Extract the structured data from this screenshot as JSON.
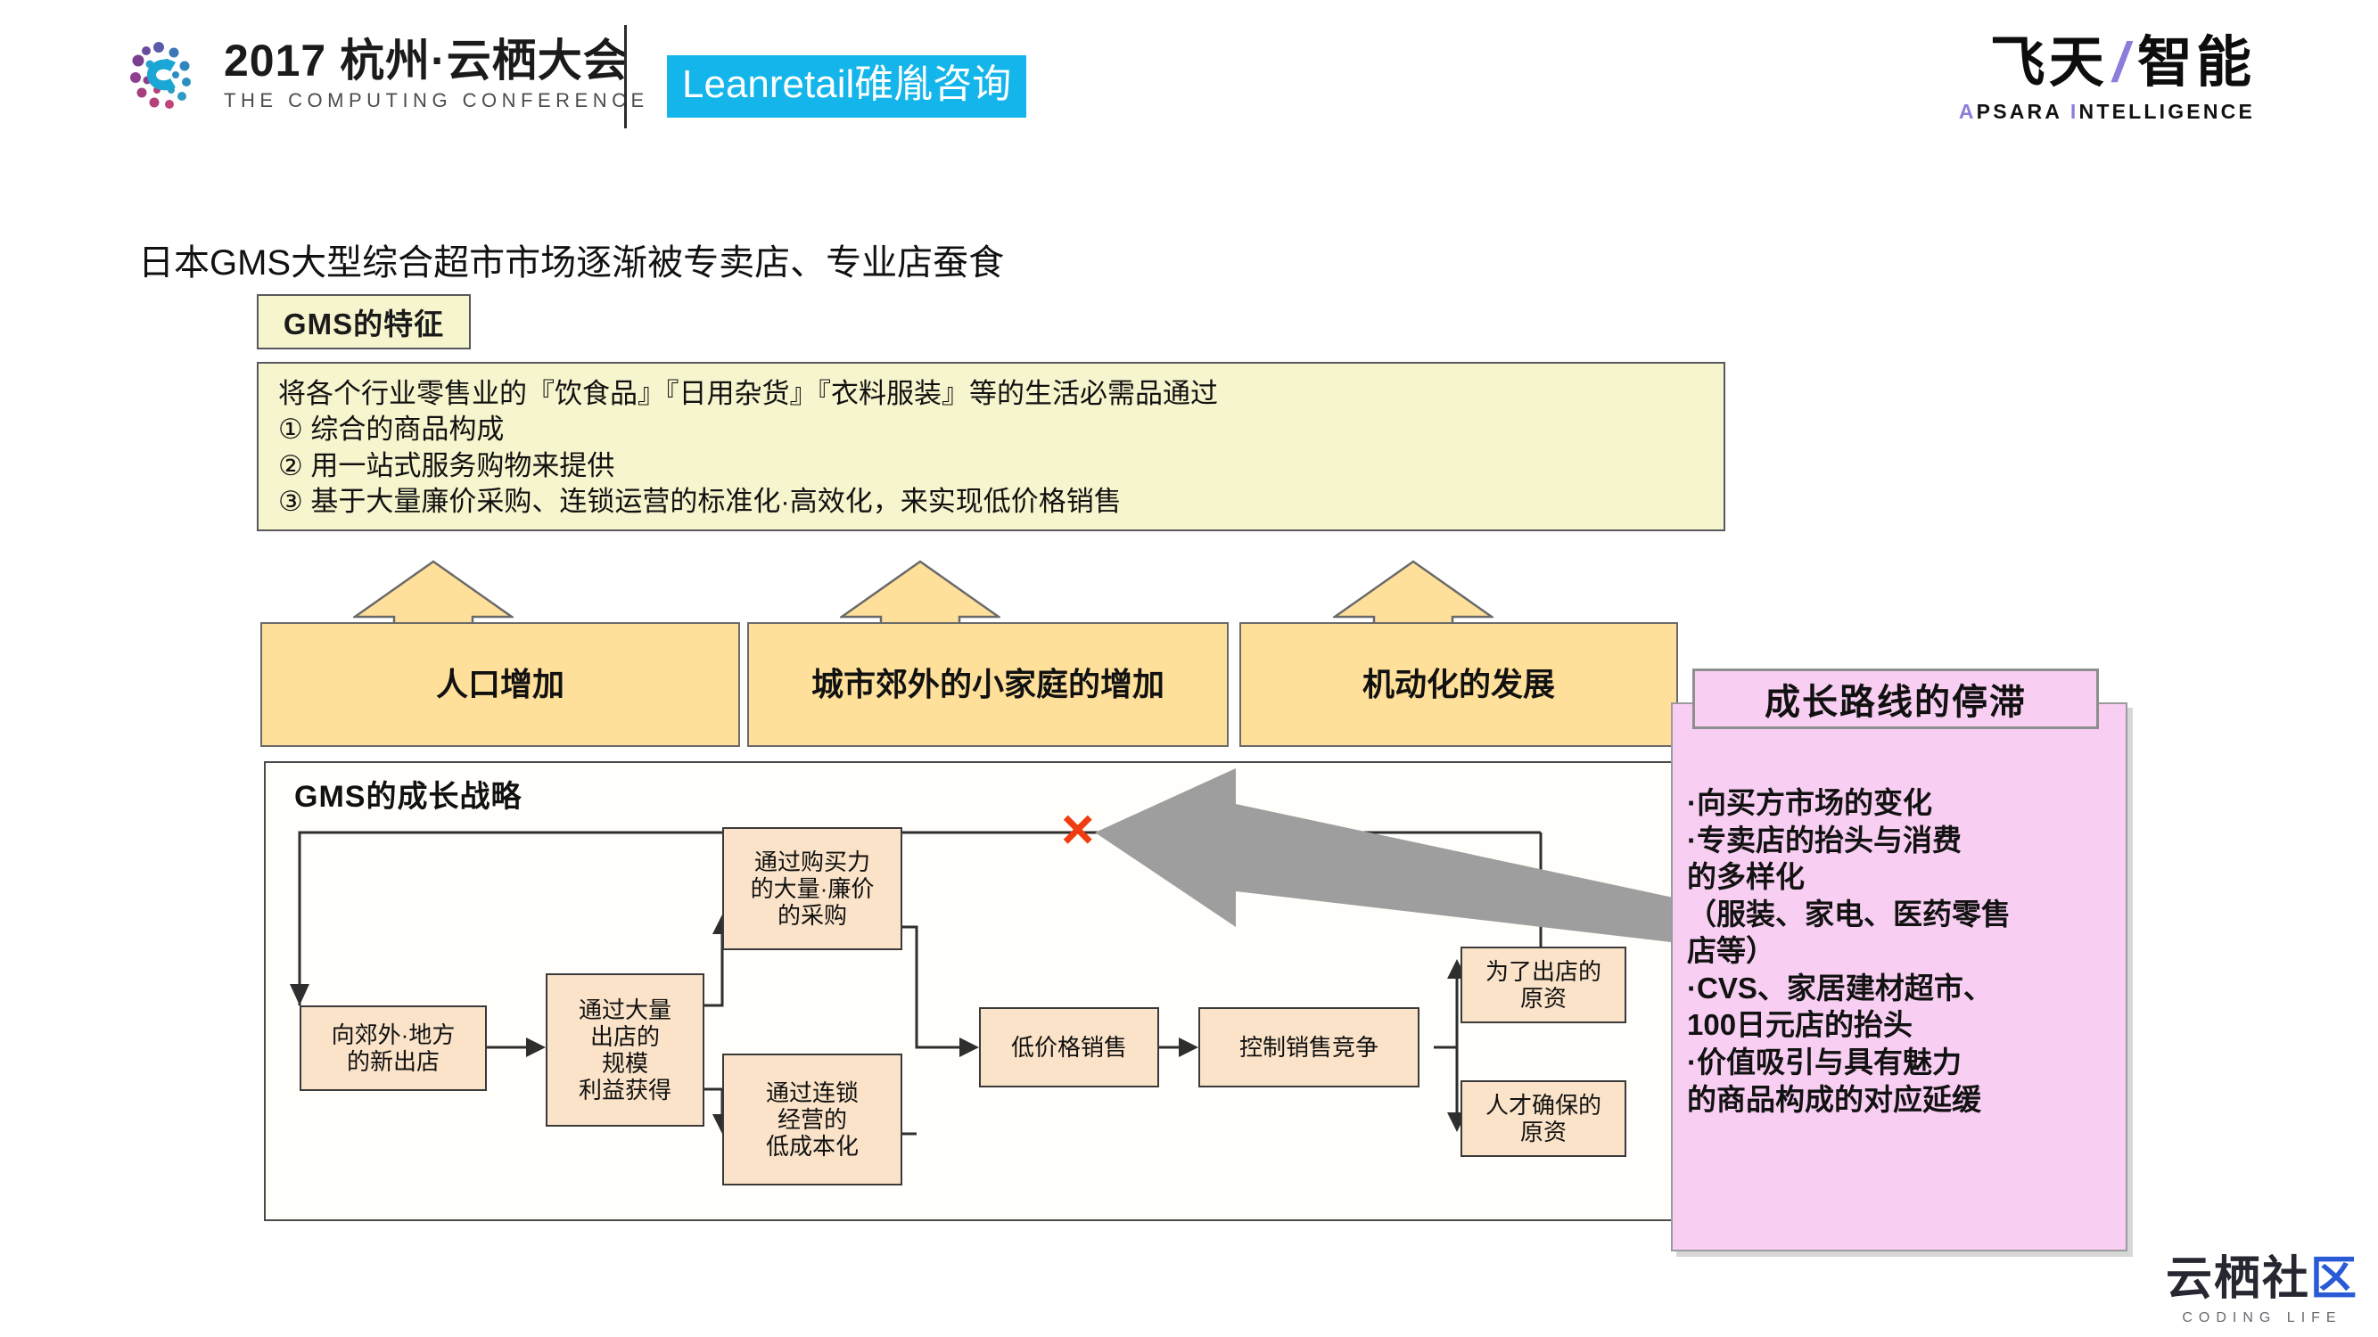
{
  "header": {
    "conference_year": "2017",
    "conference_name": "杭州·云栖大会",
    "conference_sub": "THE COMPUTING CONFERENCE",
    "badge": "Leanretail碓胤咨询",
    "badge_color": "#13b5ea",
    "apsara_cn_left": "飞天",
    "apsara_slash": "/",
    "apsara_cn_right": "智能",
    "apsara_en_a": "A",
    "apsara_en_psara": "PSARA",
    "apsara_en_i": "I",
    "apsara_en_ntelligence": "NTELLIGENCE"
  },
  "slide": {
    "title": "日本GMS大型综合超市市场逐渐被专卖店、专业店蚕食"
  },
  "gms_feature": {
    "tag": "GMS的特征",
    "lines": [
      "将各个行业零售业的『饮食品』『日用杂货』『衣料服装』等的生活必需品通过",
      "① 综合的商品构成",
      "② 用一站式服务购物来提供",
      "③ 基于大量廉价采购、连锁运营的标准化·高效化，来实现低价格销售"
    ]
  },
  "drivers": [
    {
      "label": "人口增加"
    },
    {
      "label": "城市郊外的小家庭的增加"
    },
    {
      "label": "机动化的发展"
    }
  ],
  "strategy": {
    "title": "GMS的成长战略",
    "nodes": [
      {
        "id": "n1",
        "label": "向郊外·地方\n的新出店"
      },
      {
        "id": "n2",
        "label": "通过大量\n出店的\n规模\n利益获得"
      },
      {
        "id": "n3",
        "label": "通过购买力\n的大量·廉价\n的采购"
      },
      {
        "id": "n4",
        "label": "通过连锁\n经营的\n低成本化"
      },
      {
        "id": "n5",
        "label": "低价格销售"
      },
      {
        "id": "n6",
        "label": "控制销售竞争"
      },
      {
        "id": "n7",
        "label": "为了出店的\n原资"
      },
      {
        "id": "n8",
        "label": "人才确保的\n原资"
      }
    ],
    "break_marker": "×",
    "break_marker_color": "#f03c10",
    "pointer_arrow_color": "#9e9e9e"
  },
  "stagnation": {
    "tag": "成长路线的停滞",
    "lines": [
      "·向买方市场的变化",
      "·专卖店的抬头与消费",
      "的多样化",
      "（服装、家电、医药零售",
      "店等）",
      "·CVS、家居建材超市、",
      "100日元店的抬头",
      "·价值吸引与具有魅力",
      "的商品构成的对应延缓"
    ]
  },
  "footer": {
    "logo_cn_1": "云栖社",
    "logo_cn_x": "区",
    "logo_en": "CODING LIFE"
  },
  "colors": {
    "pale_yellow": "#F7F5CE",
    "orange": "#FFE09A",
    "peach": "#FAE3C8",
    "pink": "#F8CFF2",
    "cyan": "#13b5ea"
  }
}
